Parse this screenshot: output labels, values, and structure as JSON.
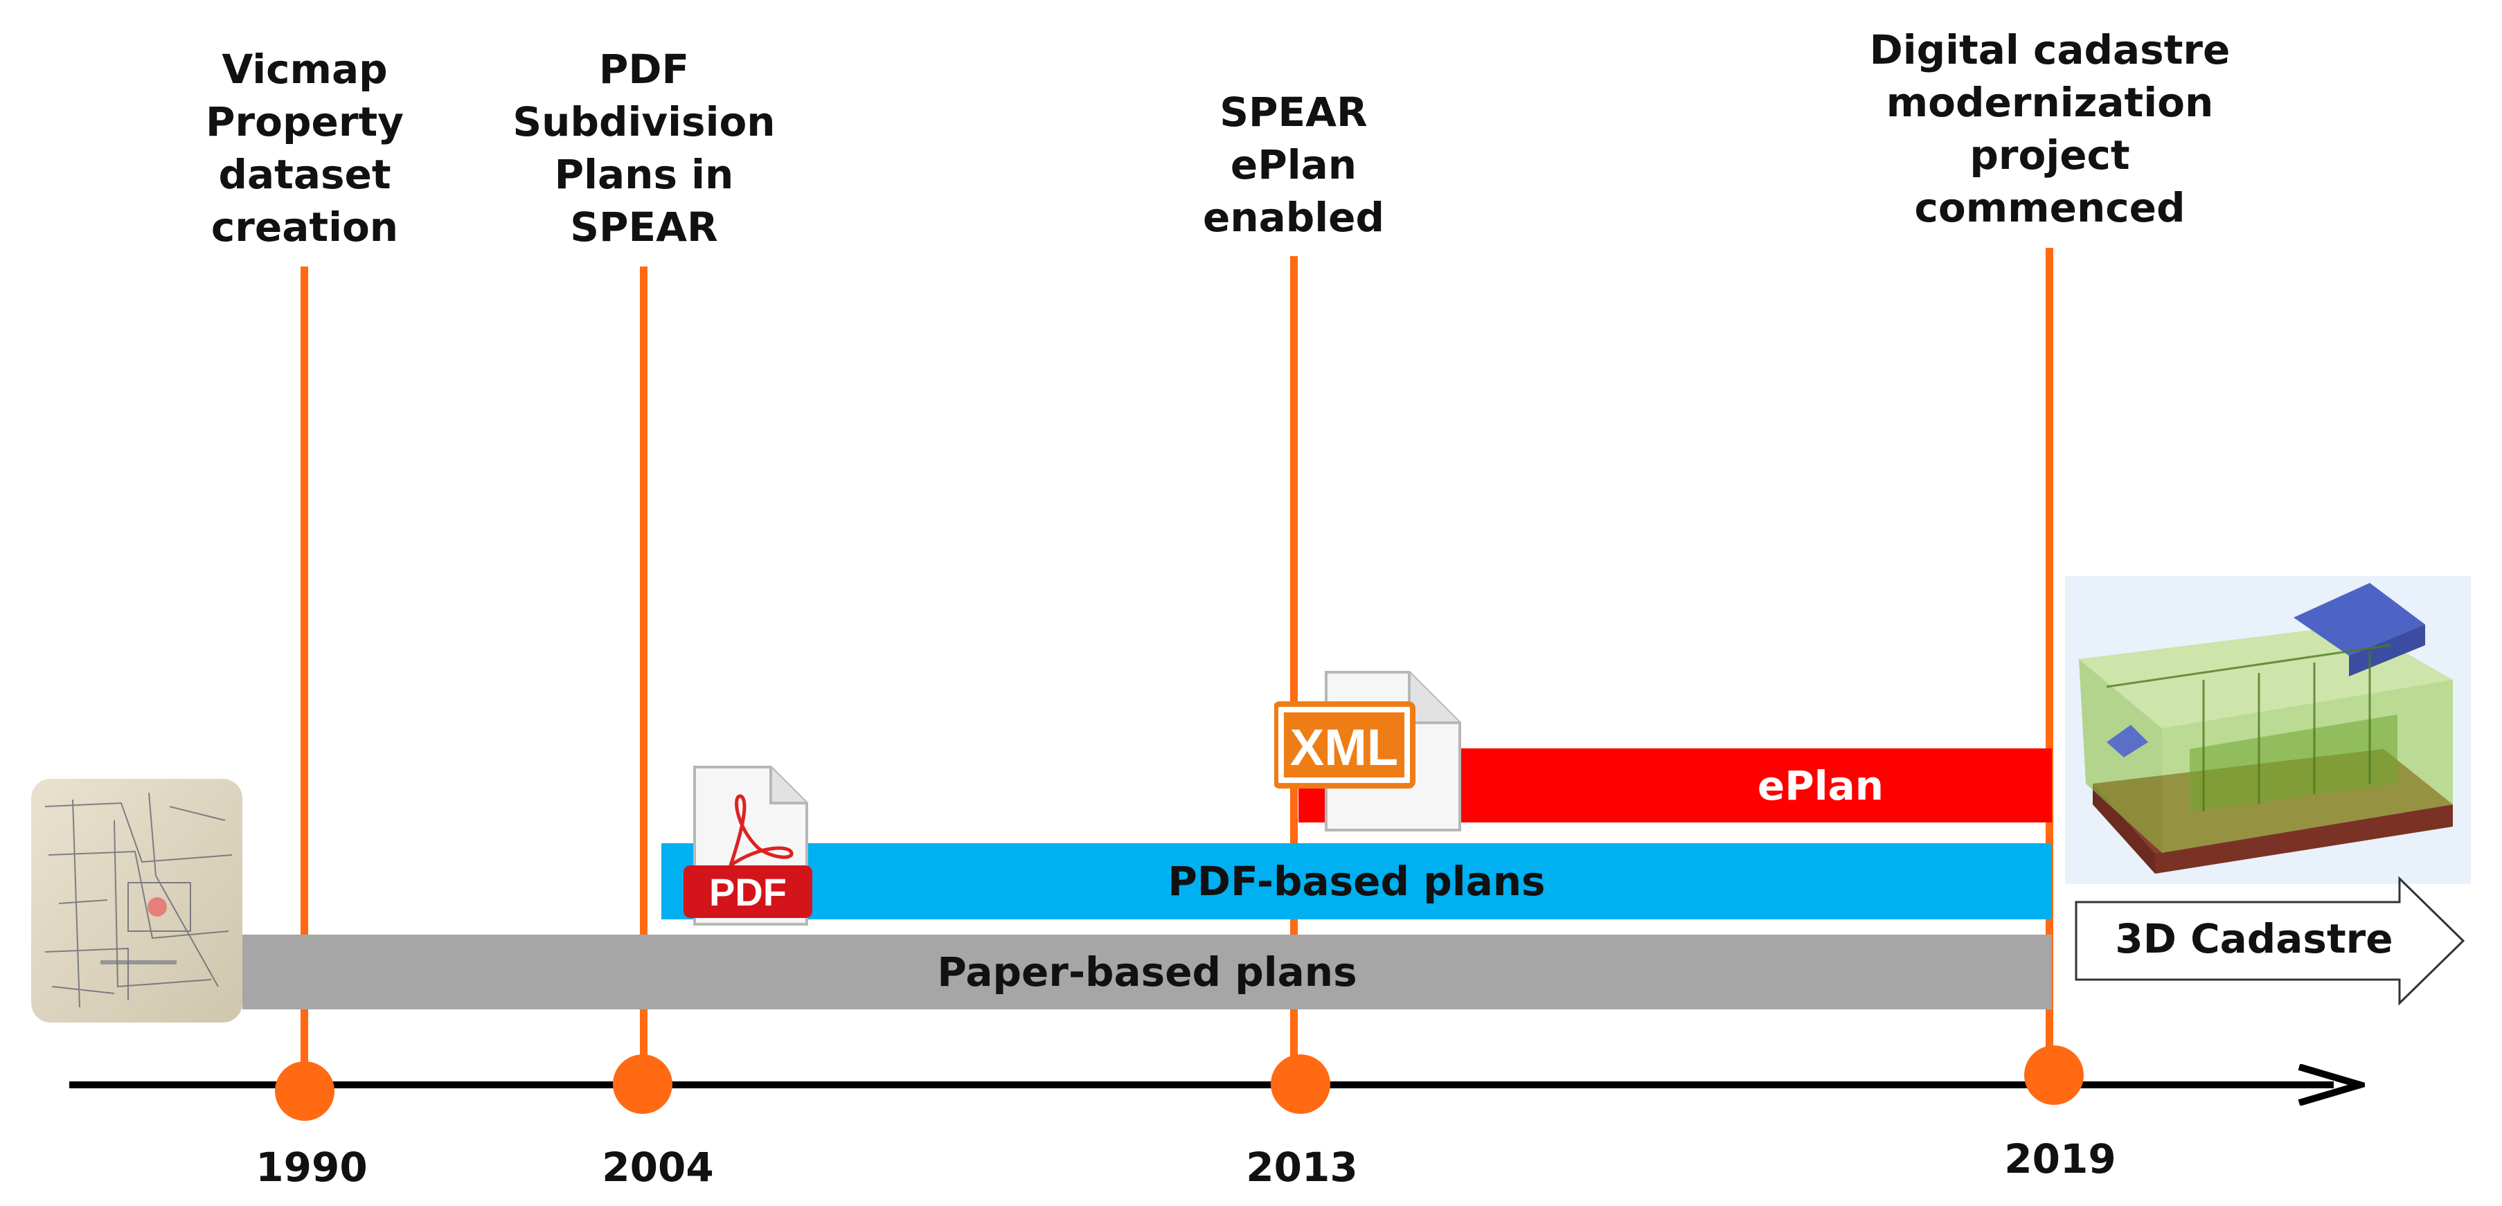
{
  "milestones": [
    {
      "year": "1990",
      "label": "Vicmap\nProperty\ndataset\ncreation"
    },
    {
      "year": "2004",
      "label": "PDF\nSubdivision\nPlans in\nSPEAR"
    },
    {
      "year": "2013",
      "label": "SPEAR\nePlan\nenabled"
    },
    {
      "year": "2019",
      "label": "Digital cadastre\nmodernization\nproject\ncommenced"
    }
  ],
  "bars": {
    "paper": "Paper-based plans",
    "pdf": "PDF-based plans",
    "eplan": "ePlan"
  },
  "icons": {
    "pdf": "PDF",
    "xml": "XML"
  },
  "future": "3D Cadastre",
  "colors": {
    "accent": "#ff6a13",
    "paper": "#a6a6a6",
    "pdf": "#00b0f0",
    "eplan": "#ff0000"
  }
}
